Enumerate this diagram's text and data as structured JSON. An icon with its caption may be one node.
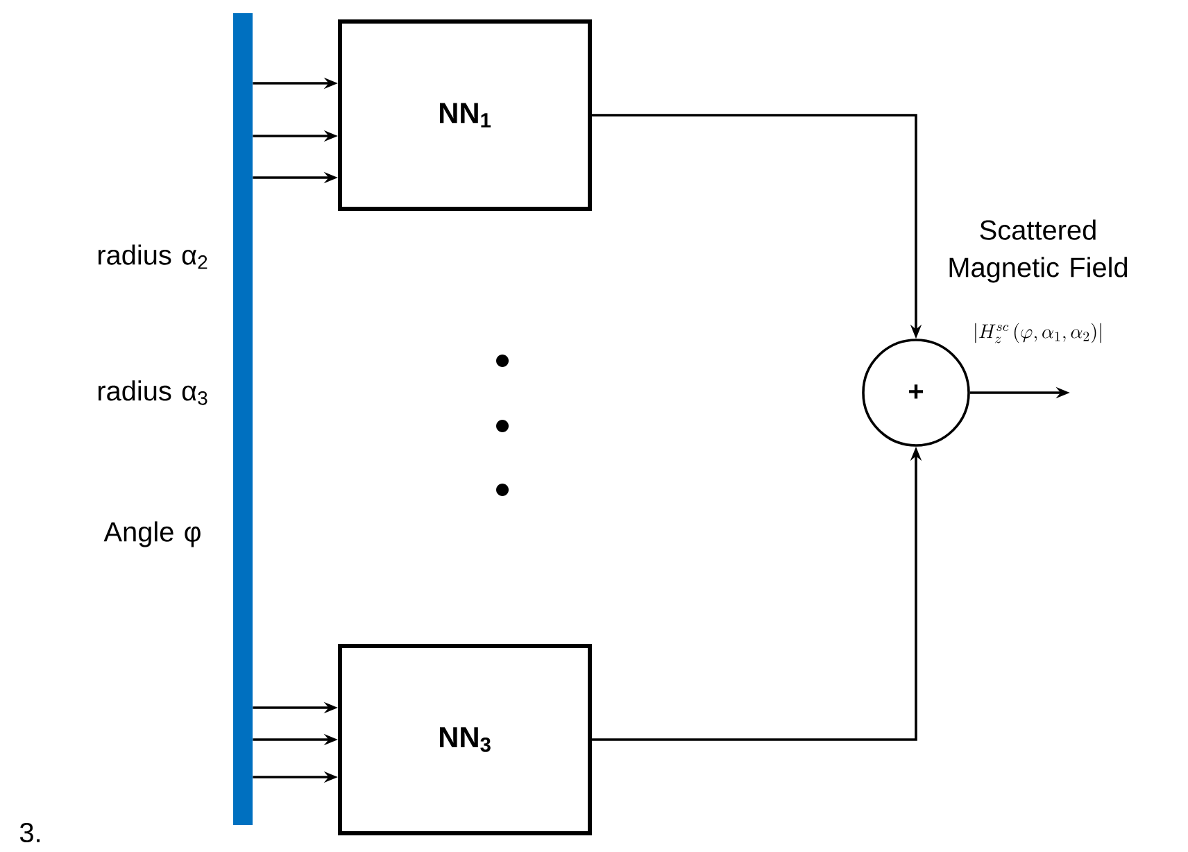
{
  "diagram": {
    "nodes": [
      {
        "text": [],
        "shape": "bar"
      },
      {
        "text": [
          "NN$_{1}$"
        ]
      },
      {
        "text": [
          "NN$_{3}$"
        ]
      },
      {
        "text": [
          "+"
        ],
        "beside": [
          "Scattered Magnetic Field",
          "\\left|H_z^{sc}\\,(\\varphi,\\alpha_1,\\alpha_2)\\right|"
        ]
      }
    ],
    "edges": [
      {
        "from": 0,
        "to": 1,
        "arrow": "to"
      },
      {
        "from": 0,
        "to": 1,
        "arrow": "to"
      },
      {
        "from": 0,
        "to": 1,
        "arrow": "to"
      },
      {
        "from": 0,
        "to": 2,
        "arrow": "to"
      },
      {
        "from": 0,
        "to": 2,
        "arrow": "to"
      },
      {
        "from": 0,
        "to": 2,
        "arrow": "to"
      },
      {
        "from": 1,
        "to": 3,
        "arrow": "to"
      },
      {
        "from": 2,
        "to": 3,
        "arrow": "to"
      },
      {
        "from": 3,
        "to": null,
        "arrow": "to"
      }
    ],
    "labels": [
      "radius α$_{2}$",
      "radius α$_{3}$",
      "Angle φ",
      "3."
    ]
  }
}
